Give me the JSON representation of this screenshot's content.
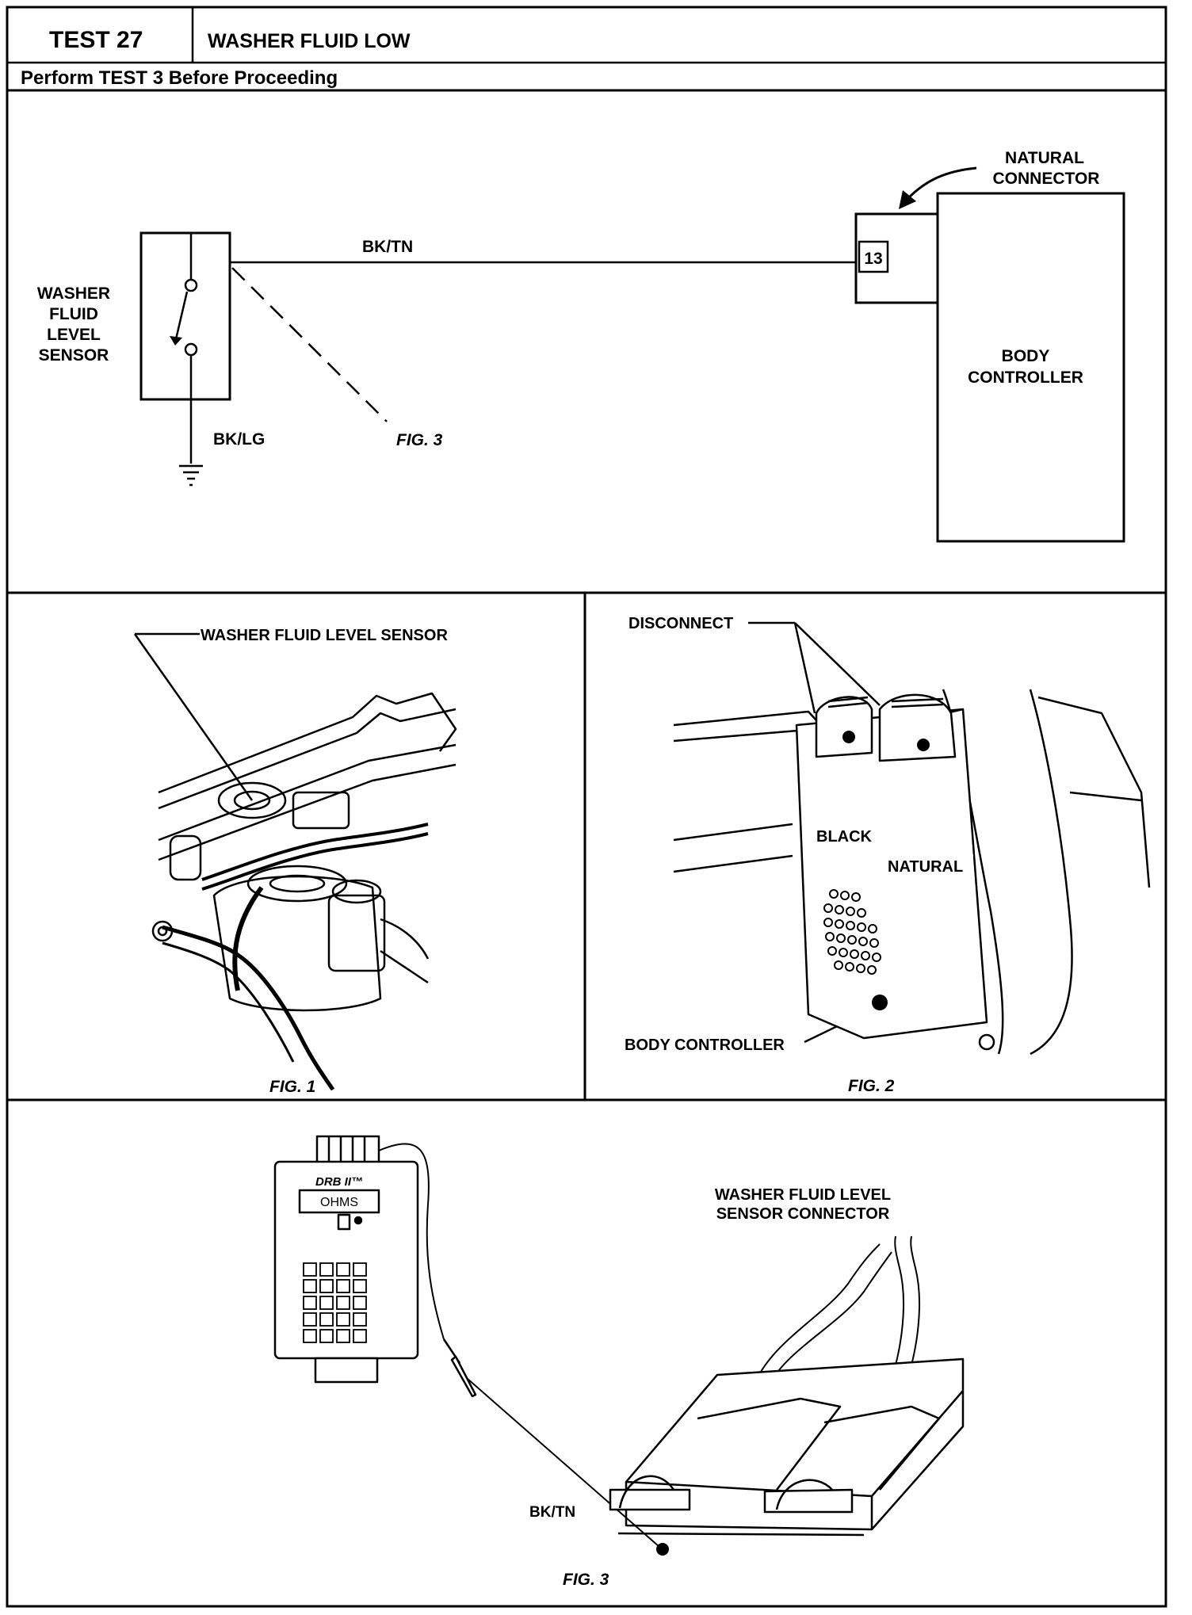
{
  "header": {
    "test_number": "TEST 27",
    "test_title": "WASHER FLUID LOW",
    "prerequisite": "Perform TEST 3 Before Proceeding"
  },
  "schematic": {
    "sensor_label": [
      "WASHER",
      "FLUID",
      "LEVEL",
      "SENSOR"
    ],
    "wire_top": "BK/TN",
    "wire_ground": "BK/LG",
    "fig_ref": "FIG. 3",
    "connector_label": [
      "NATURAL",
      "CONNECTOR"
    ],
    "pin_number": "13",
    "controller_label": [
      "BODY",
      "CONTROLLER"
    ]
  },
  "fig1": {
    "callout": "WASHER FLUID LEVEL SENSOR",
    "caption": "FIG. 1"
  },
  "fig2": {
    "callout_disconnect": "DISCONNECT",
    "callout_black": "BLACK",
    "callout_natural": "NATURAL",
    "callout_body_controller": "BODY CONTROLLER",
    "caption": "FIG. 2"
  },
  "fig3": {
    "tester_brand": "DRB II™",
    "tester_display": "OHMS",
    "connector_label": [
      "WASHER FLUID LEVEL",
      "SENSOR CONNECTOR"
    ],
    "pin_label": "BK/TN",
    "caption": "FIG. 3"
  }
}
